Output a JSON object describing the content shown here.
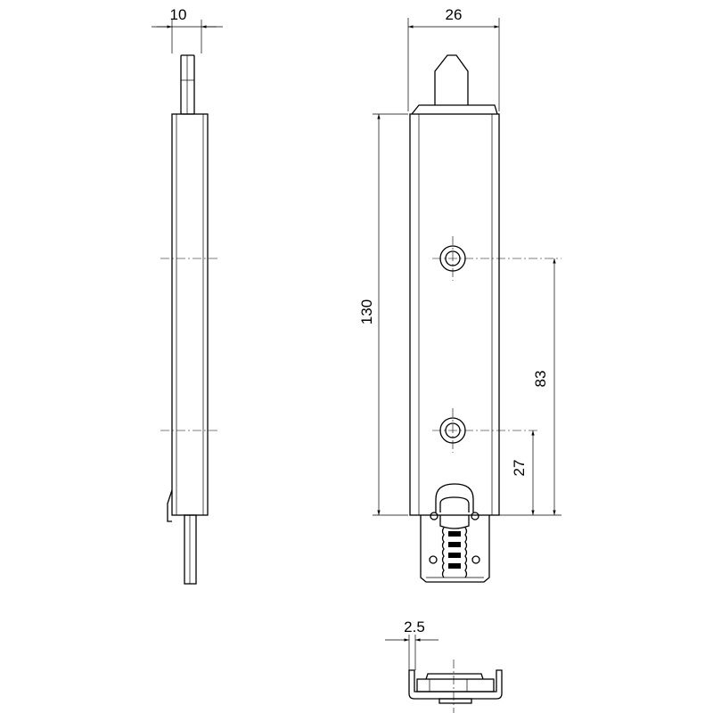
{
  "drawing": {
    "side_view": {
      "width_dim": "10"
    },
    "front_view": {
      "width_dim": "26",
      "length_dim": "130",
      "hole_spacing_dim": "83",
      "lower_hole_dim": "27"
    },
    "bottom_view": {
      "wall_dim": "2.5"
    },
    "line_color": "#000000"
  }
}
